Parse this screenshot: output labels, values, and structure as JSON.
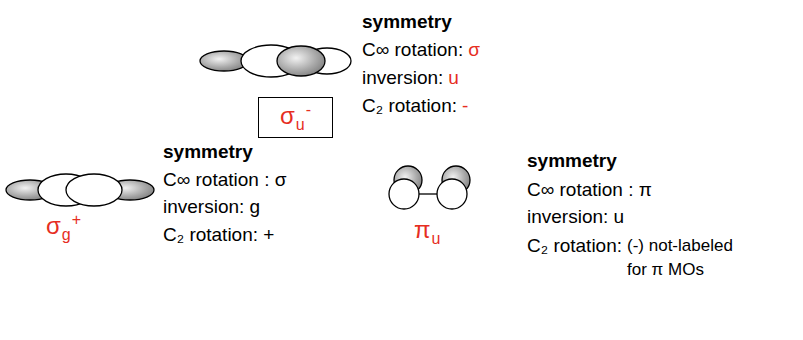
{
  "diagram": {
    "nodes": [
      {
        "text": [
          "σ",
          "u",
          "-"
        ]
      }
    ],
    "labels": [
      "symmetry",
      "C∞ rotation:",
      "σ",
      "inversion:",
      "u",
      "C₂ rotation:",
      "-",
      "symmetry",
      "C∞ rotation : σ",
      "inversion: g",
      "C₂ rotation: +",
      "σ",
      "g",
      "+",
      "symmetry",
      "C∞ rotation : π",
      "inversion: u",
      "C₂ rotation:",
      "(-) not-labeled for π MOs",
      "π",
      "u"
    ]
  }
}
